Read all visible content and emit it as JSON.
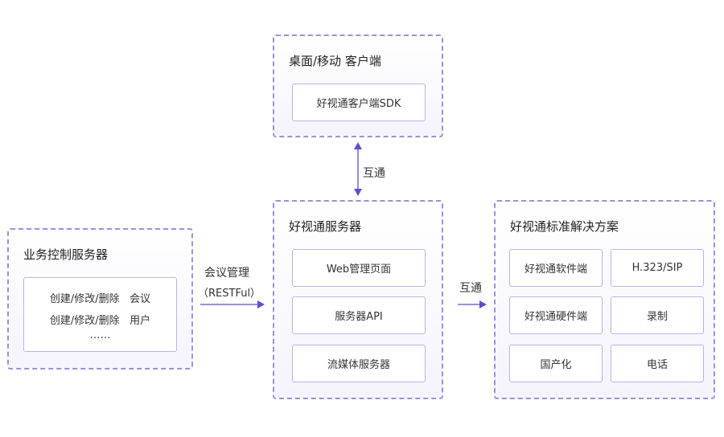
{
  "colors": {
    "accent": "#5b4fd1",
    "group_border": "#9f8fdc",
    "box_border": "#b9b4e6"
  },
  "client_group": {
    "title": "桌面/移动 客户端",
    "sdk": "好视通客户端SDK"
  },
  "server_group": {
    "title": "好视通服务器",
    "items": [
      "Web管理页面",
      "服务器API",
      "流媒体服务器"
    ]
  },
  "solution_group": {
    "title": "好视通标准解决方案",
    "items": [
      "好视通软件端",
      "H.323/SIP",
      "好视通硬件端",
      "录制",
      "国产化",
      "电话"
    ]
  },
  "business_group": {
    "title": "业务控制服务器",
    "lines": [
      "创建/修改/删除   会议",
      "创建/修改/删除   用户",
      "……"
    ]
  },
  "edges": {
    "client_server": "互通",
    "business_server_line1": "会议管理",
    "business_server_line2": "（RESTFul）",
    "server_solution": "互通"
  }
}
